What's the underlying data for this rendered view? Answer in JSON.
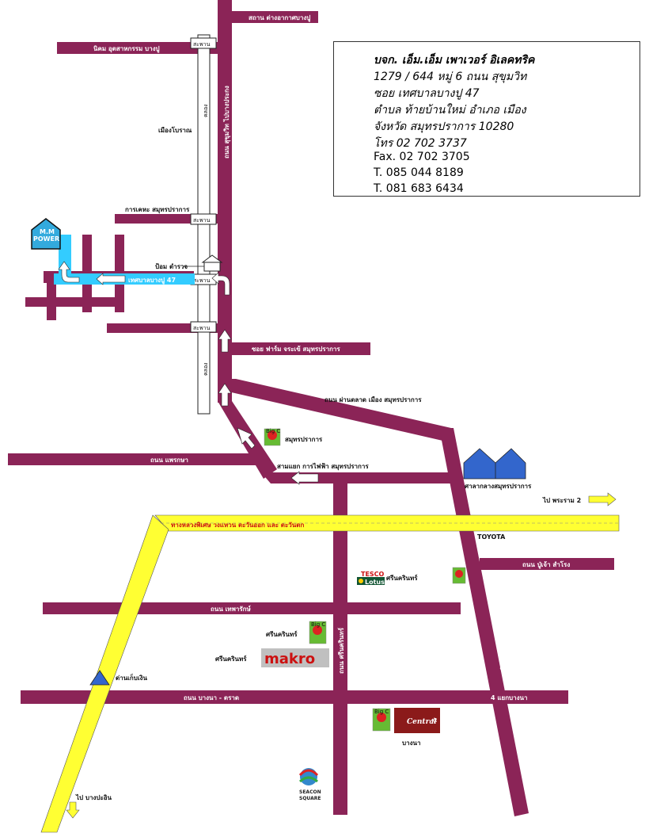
{
  "address": {
    "company": "บจก. เอ็ม.เอ็ม เพาเวอร์ อิเลคทริค",
    "line1": "1279 / 644 หมู่ 6 ถนน สุขุมวิท",
    "line2": "ซอย เทศบาลบางปู 47",
    "line3": "ตำบล  ท้ายบ้านใหม่  อำเภอ เมือง",
    "line4": "จังหวัด สมุทรปราการ  10280",
    "phone": "โทร  02 702 3737",
    "fax": "Fax. 02 702 3705",
    "mobile1": "T.  085 044 8189",
    "mobile2": "T.  081 683 6434"
  },
  "roads": {
    "sukhumvit_north": "ถนน สุขุมวิท ไปบางประกง",
    "sukhumvit_south": "ถนน สุขุมวิท",
    "weather_station": "สถาน ต่างอากาศบางปู",
    "industrial": "นิคม อุตสาหกรรม บางปู",
    "ancient_city": "เมืองโบราณ",
    "maritime": "การเคหะ สมุทรปราการ",
    "police": "ป้อม ตำรวจ",
    "soi47": "เทศบาลบางปู 47",
    "soi_farm": "ซอย ฟาร์ม จระเข้ สมุทรปราการ",
    "market_road": "ถนน ผ่านตลาด เมือง สมุทรปราการ",
    "samut_prakan": "สมุทรปราการ",
    "praeksa": "ถนน แพรกษา",
    "junction": "สามแยก การไฟฟ้า สมุทรปราการ",
    "city_hall": "ศาลากลางสมุทรปราการ",
    "to_rama2": "ไป พระราม 2",
    "motorway": "ทางหลวงพิเศษ วงแหวน ตะวันออก และ ตะวันตก",
    "toyota": "TOYOTA",
    "pu_chao": "ถนน ปู่เจ้า สำโรง",
    "tesco_name": "ศรีนครินทร์",
    "theparak": "ถนน เทพารักษ์",
    "bigc_srinakarin": "ศรีนครินทร์",
    "srinakarin_road": "ถนน ศรีนครินทร์",
    "makro_branch": "ศรีนครินทร์",
    "toll": "ด่านเก็บเงิน",
    "bangna_trat": "ถนน บางนา  - ตราด",
    "bangna_jct": "4 แยกบางนา",
    "bangna": "บางนา",
    "to_bangpakong": "ไป บางปะอิน",
    "khlong1": "คลอง",
    "khlong2": "คลอง",
    "bridge": "สะพาน"
  },
  "brands": {
    "mm_power": [
      "M.M",
      "POWER"
    ],
    "tesco": "TESCO",
    "lotus": "Lotus",
    "makro": "makro",
    "central": "Central",
    "seacon": [
      "SEACON",
      "SQUARE"
    ],
    "bigc": "Big C"
  },
  "colors": {
    "road": "#8b2457",
    "highway": "#ffff33",
    "soi": "#33ccff",
    "canal": "#ffffff",
    "city_hall": "#3366cc"
  }
}
